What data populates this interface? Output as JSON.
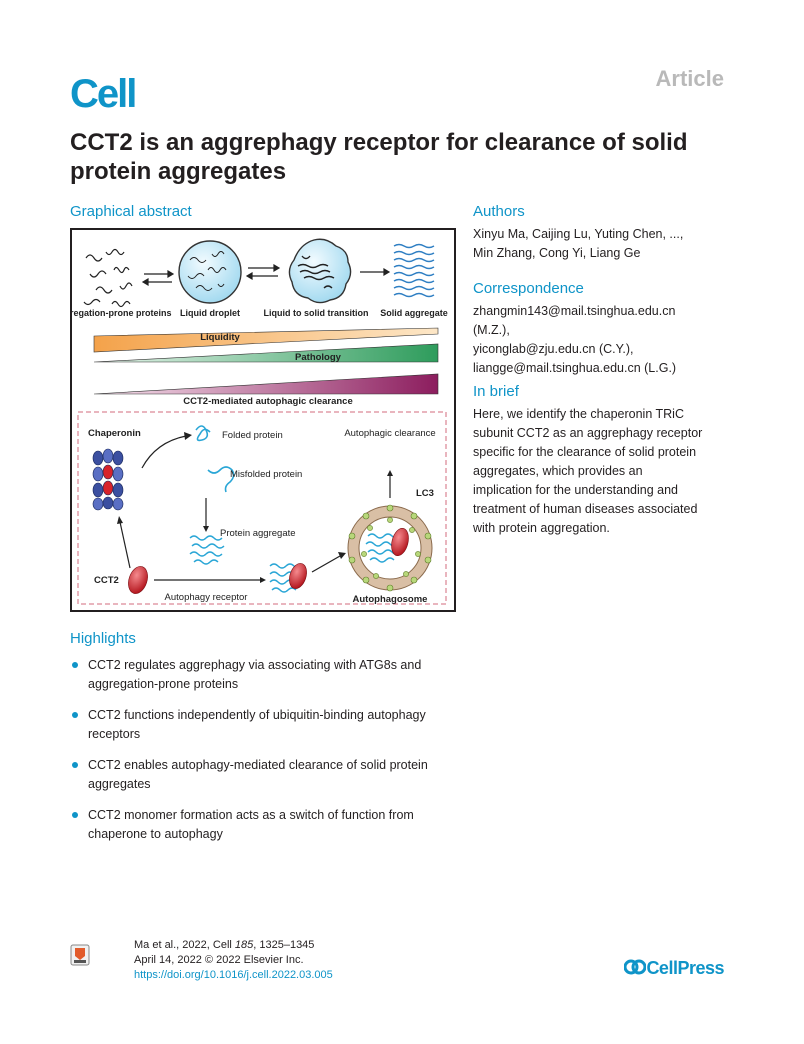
{
  "header": {
    "logo": "Cell",
    "article_type": "Article",
    "title": "CCT2 is an aggrephagy receptor for clearance of solid protein aggregates"
  },
  "graphical_abstract": {
    "heading": "Graphical abstract",
    "stage_labels": [
      "Aggregation-prone proteins",
      "Liquid droplet",
      "Liquid to solid transition",
      "Solid aggregate"
    ],
    "bars": {
      "liquidity": "Liquidity",
      "pathology": "Pathology",
      "clearance": "CCT2-mediated autophagic clearance"
    },
    "lower": {
      "chaperonin": "Chaperonin",
      "folded": "Folded protein",
      "misfolded": "Misfolded protein",
      "aggregate": "Protein aggregate",
      "cct2": "CCT2",
      "receptor": "Autophagy receptor",
      "clearance": "Autophagic clearance",
      "lc3": "LC3",
      "autophagosome": "Autophagosome"
    }
  },
  "authors": {
    "heading": "Authors",
    "line1": "Xinyu Ma, Caijing Lu, Yuting Chen, ...,",
    "line2": "Min Zhang, Cong Yi, Liang Ge"
  },
  "correspondence": {
    "heading": "Correspondence",
    "lines": [
      "zhangmin143@mail.tsinghua.edu.cn",
      "(M.Z.),",
      "yiconglab@zju.edu.cn (C.Y.),",
      "liangge@mail.tsinghua.edu.cn (L.G.)"
    ]
  },
  "in_brief": {
    "heading": "In brief",
    "lines": [
      "Here, we identify the chaperonin TRiC",
      "subunit CCT2 as an aggrephagy receptor",
      "specific for the clearance of solid protein",
      "aggregates, which provides an",
      "implication for the understanding and",
      "treatment of human diseases associated",
      "with protein aggregation."
    ]
  },
  "highlights": {
    "heading": "Highlights",
    "items": [
      "CCT2 regulates aggrephagy via associating with ATG8s and aggregation-prone proteins",
      "CCT2 functions independently of ubiquitin-binding autophagy receptors",
      "CCT2 enables autophagy-mediated clearance of solid protein aggregates",
      "CCT2 monomer formation acts as a switch of function from chaperone to autophagy"
    ]
  },
  "footer": {
    "citation_prefix": "Ma et al., 2022, Cell ",
    "volume": "185",
    "pages": ", 1325–1345",
    "date_line": "April 14, 2022 © 2022 Elsevier Inc.",
    "doi": "https://doi.org/10.1016/j.cell.2022.03.005",
    "brand": "CellPress"
  },
  "colors": {
    "accent": "#0f94c8",
    "liquidity": "#f4a24a",
    "pathology": "#2e9c5c",
    "clearance": "#8c1d5e",
    "cct2": "#d8232a"
  }
}
